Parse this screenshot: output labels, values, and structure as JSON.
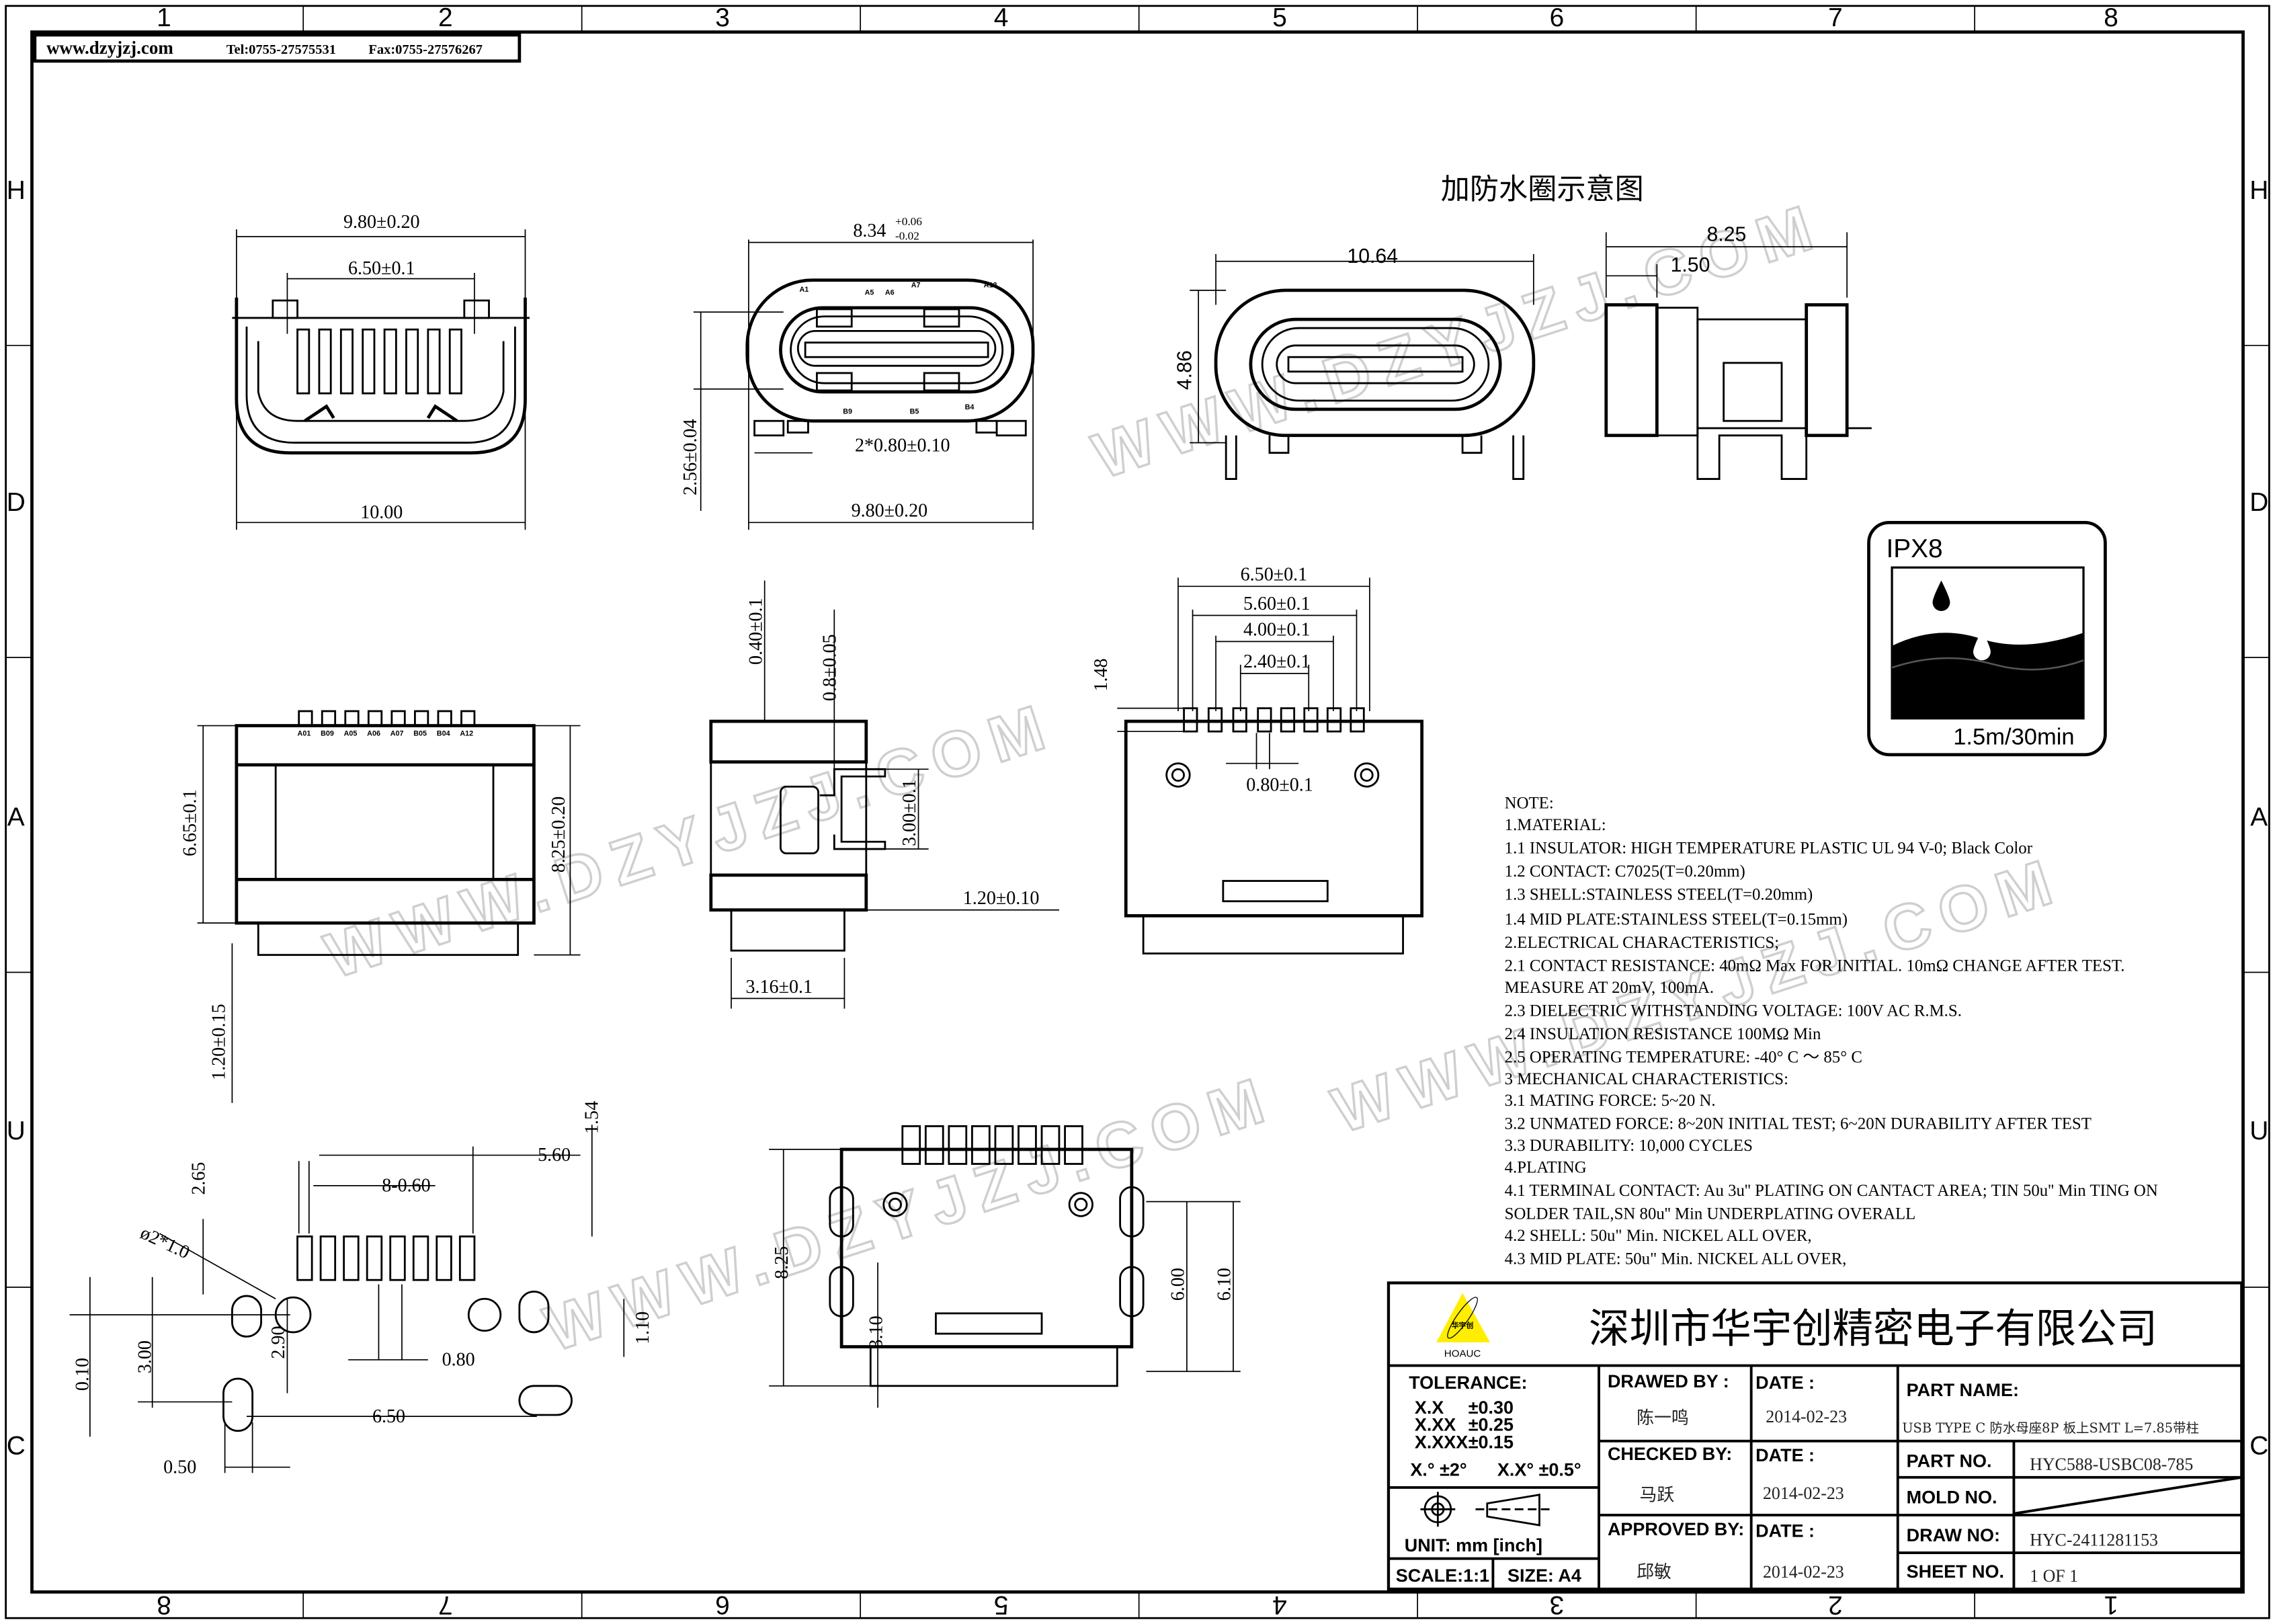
{
  "header": {
    "website": "www.dzyjzj.com",
    "tel": "Tel:0755-27575531",
    "fax": "Fax:0755-27576267"
  },
  "zones": {
    "top": [
      "1",
      "2",
      "3",
      "4",
      "5",
      "6",
      "7",
      "8"
    ],
    "bottom": [
      "8",
      "7",
      "6",
      "5",
      "4",
      "3",
      "2",
      "1"
    ],
    "side": [
      "H",
      "D",
      "A",
      "U",
      "C"
    ]
  },
  "watermark": "WWW.DZYJZJ.COM",
  "waterproof_view_title": "加防水圈示意图",
  "pin_labels_front": [
    "A1",
    "A5",
    "A6",
    "A7",
    "A12",
    "B9",
    "B5",
    "B4"
  ],
  "pin_labels_side": [
    "A01",
    "B09",
    "A05",
    "A06",
    "A07",
    "B05",
    "B04",
    "A12"
  ],
  "dims": [
    "9.80±0.20",
    "6.50±0.1",
    "10.00",
    "8.34",
    "2.56±0.04",
    "2*0.80±0.10",
    "9.80±0.20",
    "10.64",
    "4.86",
    "8.25",
    "1.50",
    "6.65±0.1",
    "8.25±0.20",
    "1.20±0.15",
    "0.40±0.1",
    "0.8±0.05",
    "3.00±0.1",
    "1.20±0.10",
    "3.16±0.1",
    "6.50±0.1",
    "5.60±0.1",
    "4.00±0.1",
    "2.40±0.1",
    "1.48",
    "0.80±0.1",
    "1.54",
    "5.60",
    "2.65",
    "8-0.60",
    "ø2*1.0",
    "3.00",
    "0.10",
    "2.90",
    "0.80",
    "1.10",
    "6.50",
    "0.50",
    "8.25",
    "6.00",
    "6.10",
    "3.10"
  ],
  "dim_tolerance_834": {
    "upper": "+0.06",
    "lower": "-0.02"
  },
  "ipx8": {
    "rating": "IPX8",
    "spec": "1.5m/30min"
  },
  "notes": [
    "NOTE:",
    "1.MATERIAL:",
    "  1.1 INSULATOR: HIGH TEMPERATURE PLASTIC UL 94 V-0; Black Color",
    "  1.2 CONTACT: C7025(T=0.20mm)",
    "  1.3 SHELL:STAINLESS STEEL(T=0.20mm)",
    "  1.4 MID PLATE:STAINLESS STEEL(T=0.15mm)",
    "2.ELECTRICAL CHARACTERISTICS;",
    "  2.1 CONTACT RESISTANCE: 40mΩ Max FOR INITIAL. 10mΩ CHANGE AFTER TEST.",
    "MEASURE AT 20mV, 100mA.",
    "  2.3 DIELECTRIC WITHSTANDING VOLTAGE: 100V AC R.M.S.",
    "  2.4 INSULATION RESISTANCE 100MΩ Min",
    "  2.5 OPERATING TEMPERATURE: -40° C ～ 85° C",
    "3 MECHANICAL CHARACTERISTICS:",
    "  3.1 MATING FORCE: 5~20 N.",
    "  3.2 UNMATED FORCE: 8~20N INITIAL TEST; 6~20N DURABILITY AFTER TEST",
    "  3.3 DURABILITY: 10,000 CYCLES",
    "4.PLATING",
    "  4.1 TERMINAL CONTACT: Au 3u'' PLATING ON CANTACT AREA; TIN 50u'' Min TING ON",
    "SOLDER TAIL,SN 80u'' Min UNDERPLATING OVERALL",
    "  4.2 SHELL: 50u\" Min. NICKEL ALL OVER,",
    "  4.3 MID PLATE: 50u\" Min. NICKEL ALL OVER,"
  ],
  "title_block": {
    "company": "深圳市华宇创精密电子有限公司",
    "logo_cn": "华宇创",
    "logo_en": "HOAUC",
    "logo_color": "#ffee00",
    "tolerance_label": "TOLERANCE:",
    "tolerances": [
      [
        "X.X",
        "±0.30"
      ],
      [
        "X.XX",
        "±0.25"
      ],
      [
        "X.XXX",
        "±0.15"
      ]
    ],
    "angle_tol": [
      "X.° ±2°",
      "X.X° ±0.5°"
    ],
    "unit": "UNIT:  mm  [inch]",
    "scale": "SCALE:1:1",
    "size": "SIZE:  A4",
    "drawn_by_label": "DRAWED BY :",
    "drawn_by": "陈一鸣",
    "checked_by_label": "CHECKED BY:",
    "checked_by": "马跃",
    "approved_by_label": "APPROVED BY:",
    "approved_by": "邱敏",
    "date_label": "DATE :",
    "dates": [
      "2014-02-23",
      "2014-02-23",
      "2014-02-23"
    ],
    "part_name_label": "PART NAME:",
    "part_name": "USB TYPE C 防水母座8P 板上SMT L=7.85带柱",
    "part_no_label": "PART NO.",
    "part_no": "HYC588-USBC08-785",
    "mold_no_label": "MOLD NO.",
    "draw_no_label": "DRAW NO:",
    "draw_no": "HYC-2411281153",
    "sheet_no_label": "SHEET NO.",
    "sheet_no": "1 OF 1"
  }
}
